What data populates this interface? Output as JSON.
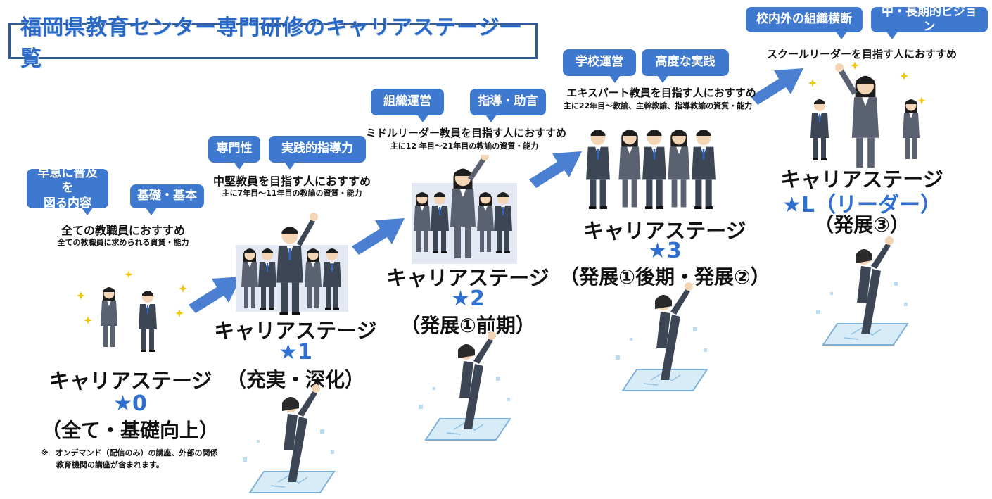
{
  "title": "福岡県教育センター専門研修のキャリアステージ一覧",
  "colors": {
    "accent_blue": "#3e79cf",
    "star_blue": "#2f6fd0",
    "title_blue": "#2a68c6",
    "arrow_blue": "#4a7fd2"
  },
  "stages": [
    {
      "tags": [
        "早急に普及を\n図る内容",
        "基礎・基本"
      ],
      "recommend": "全ての教職員におすすめ",
      "detail": "全ての教職員に求められる資質・能力",
      "name": "キャリアステージ",
      "number": "★0",
      "category": "（全て・基礎向上）"
    },
    {
      "tags": [
        "専門性",
        "実践的指導力"
      ],
      "recommend": "中堅教員を目指す人におすすめ",
      "detail": "主に7年目～11年目の教諭の資質・能力",
      "name": "キャリアステージ",
      "number": "★1",
      "category": "（充実・深化）"
    },
    {
      "tags": [
        "組織運営",
        "指導・助言"
      ],
      "recommend": "ミドルリーダー教員を目指す人におすすめ",
      "detail": "主に12 年目～21年目の教諭の資質・能力",
      "name": "キャリアステージ",
      "number": "★2",
      "category": "（発展①前期）"
    },
    {
      "tags": [
        "学校運営",
        "高度な実践"
      ],
      "recommend": "エキスパート教員を目指す人におすすめ",
      "detail": "主に22年目～教諭、主幹教諭、指導教諭の資質・能力",
      "name": "キャリアステージ",
      "number": "★3",
      "category": "（発展①後期・発展②）"
    },
    {
      "tags": [
        "校内外の組織横断",
        "中・長期的ビジョン"
      ],
      "recommend": "スクールリーダーを目指す人におすすめ",
      "name": "キャリアステージ",
      "number": "★L（リーダー）",
      "category": "（発展③）"
    }
  ],
  "note": {
    "mark": "※",
    "lines": [
      "オンデマンド（配信のみ）の講座、外部の関係",
      "教育機関の講座が含まれます。"
    ]
  }
}
